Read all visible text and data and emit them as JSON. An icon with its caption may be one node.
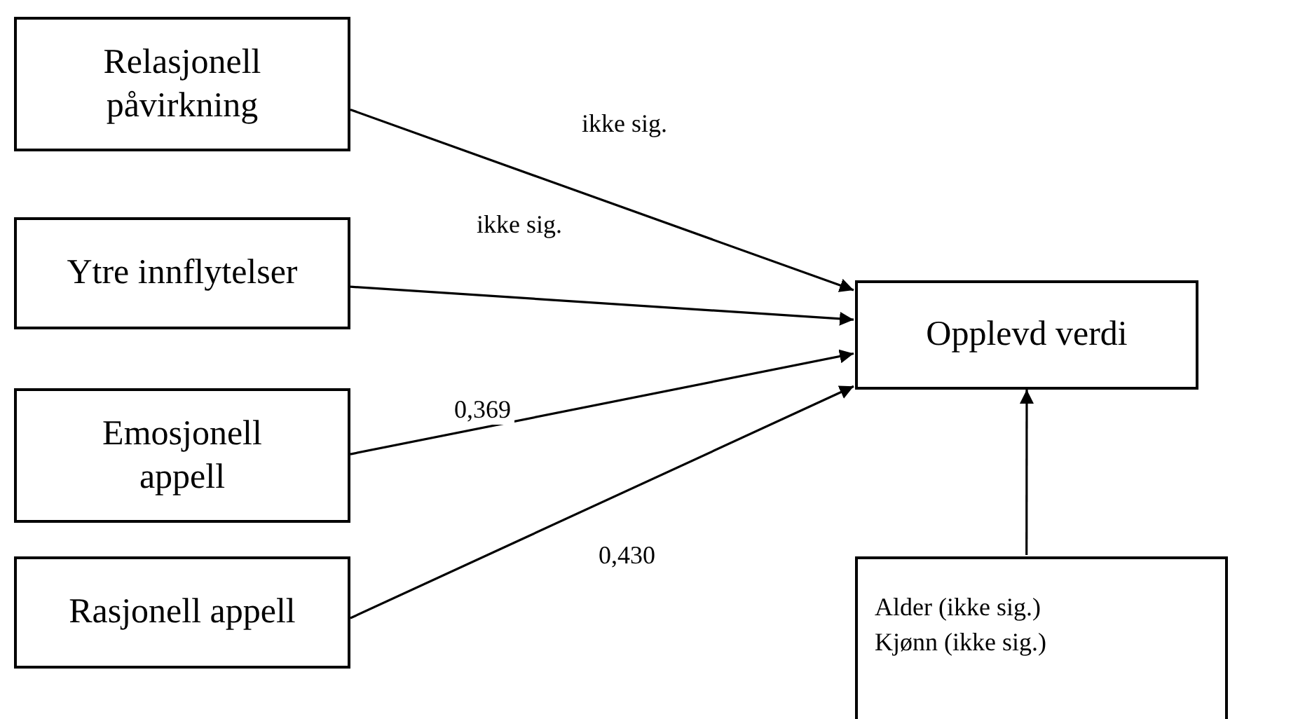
{
  "diagram": {
    "nodes": [
      {
        "text": [
          "Relasjonell påvirkning"
        ]
      },
      {
        "text": [
          "Ytre innflytelser"
        ]
      },
      {
        "text": [
          "Emosjonell appell"
        ]
      },
      {
        "text": [
          "Rasjonell appell"
        ]
      },
      {
        "text": [
          "Opplevd verdi"
        ]
      },
      {
        "text": [
          "Alder (ikke sig.)",
          "Kjønn (ikke sig.)"
        ]
      }
    ],
    "edges": [
      {
        "from": 0,
        "to": 4,
        "arrow": "to",
        "label": "ikke sig."
      },
      {
        "from": 1,
        "to": 4,
        "arrow": "to",
        "label": "ikke sig."
      },
      {
        "from": 2,
        "to": 4,
        "arrow": "to",
        "label": "0,369"
      },
      {
        "from": 3,
        "to": 4,
        "arrow": "to",
        "label": "0,430"
      },
      {
        "from": 5,
        "to": 4,
        "arrow": "to"
      }
    ]
  }
}
